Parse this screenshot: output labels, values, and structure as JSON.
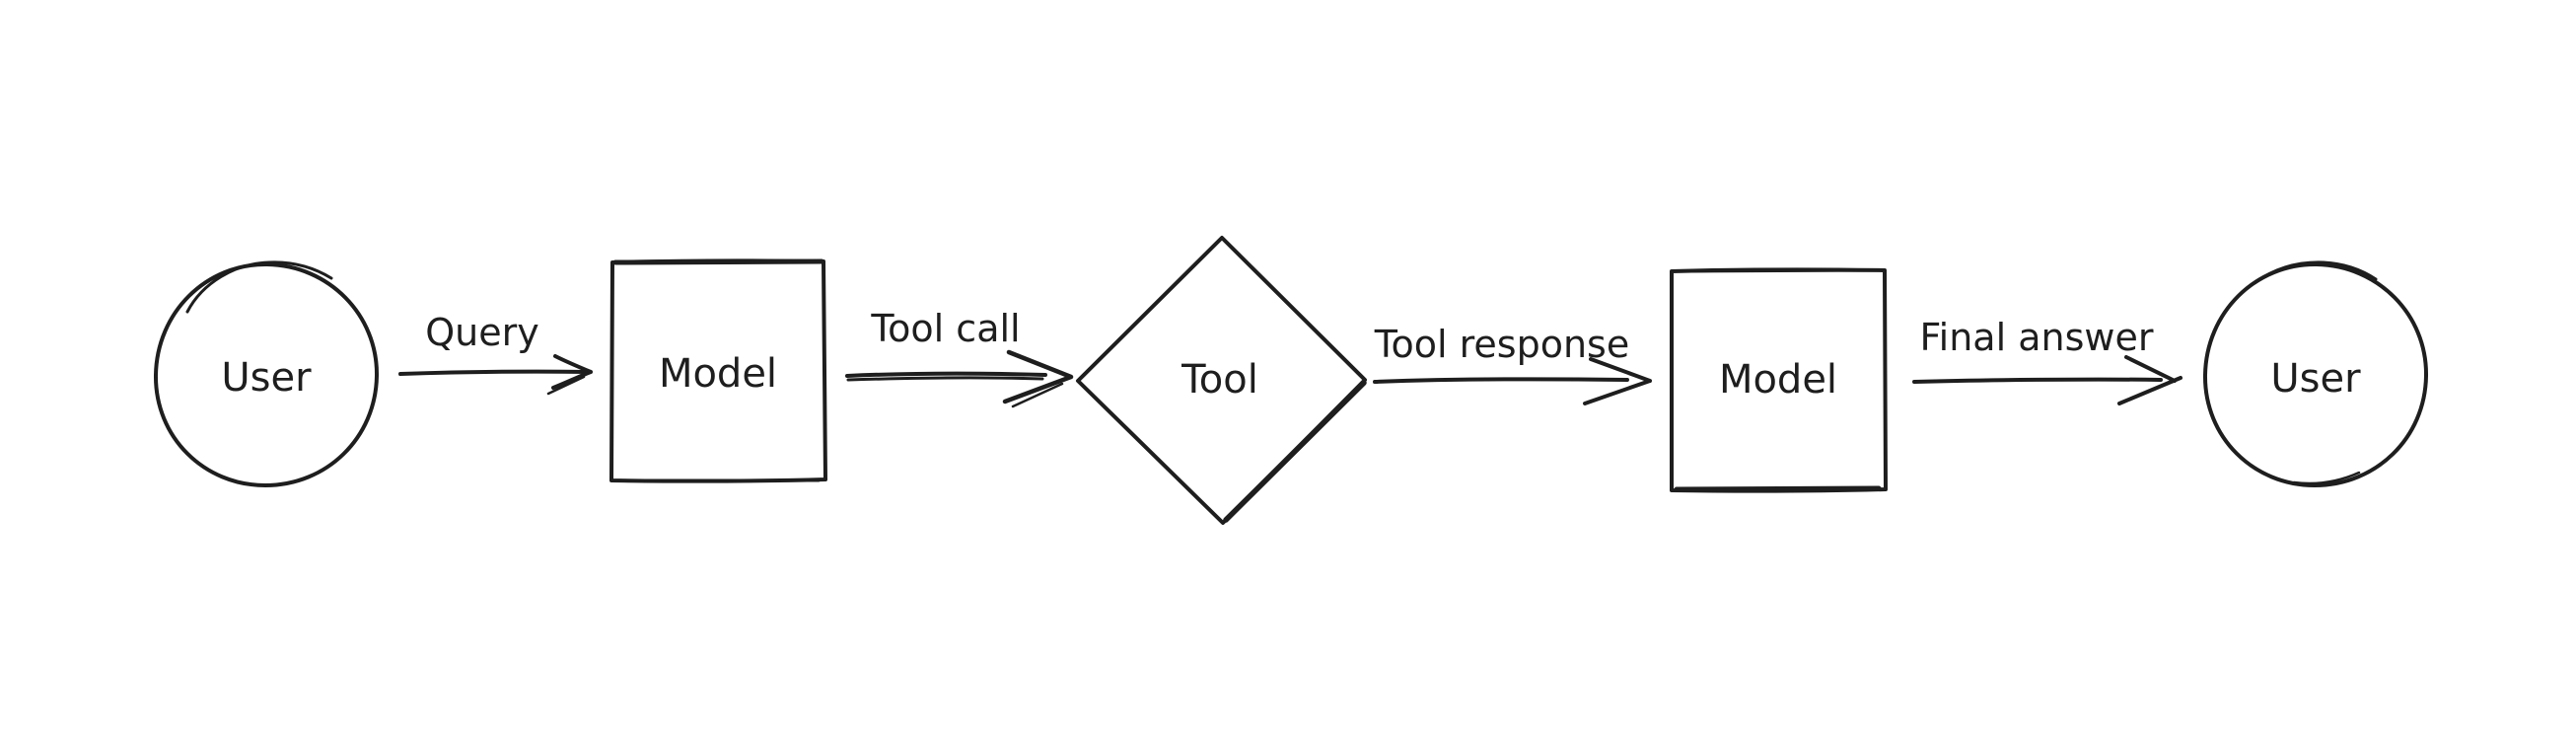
{
  "diagram": {
    "background_color": "#ffffff",
    "stroke_color": "#1e1e1e",
    "nodes": [
      {
        "id": "user-start",
        "shape": "ellipse",
        "label": "User"
      },
      {
        "id": "model-first",
        "shape": "rectangle",
        "label": "Model"
      },
      {
        "id": "tool",
        "shape": "diamond",
        "label": "Tool"
      },
      {
        "id": "model-second",
        "shape": "rectangle",
        "label": "Model"
      },
      {
        "id": "user-end",
        "shape": "ellipse",
        "label": "User"
      }
    ],
    "edges": [
      {
        "from": "user-start",
        "to": "model-first",
        "label": "Query"
      },
      {
        "from": "model-first",
        "to": "tool",
        "label": "Tool call"
      },
      {
        "from": "tool",
        "to": "model-second",
        "label": "Tool response"
      },
      {
        "from": "model-second",
        "to": "user-end",
        "label": "Final answer"
      }
    ]
  }
}
